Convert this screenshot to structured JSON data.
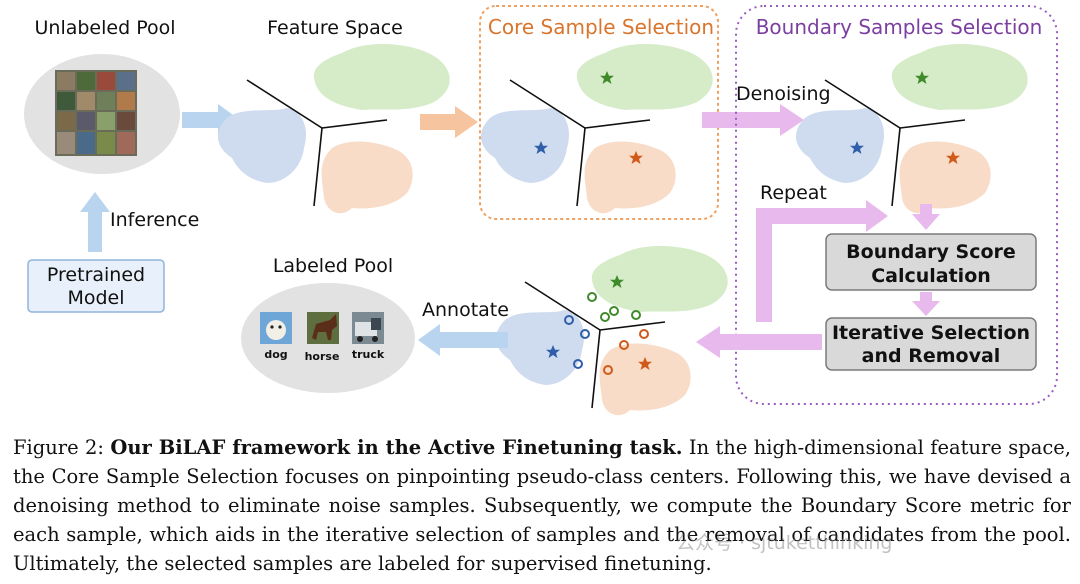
{
  "labels": {
    "unlabeled_pool": "Unlabeled Pool",
    "feature_space": "Feature Space",
    "core_sample_selection": "Core Sample Selection",
    "boundary_samples_selection": "Boundary Samples Selection",
    "denoising": "Denoising",
    "inference": "Inference",
    "repeat": "Repeat",
    "pretrained_model_line1": "Pretrained",
    "pretrained_model_line2": "Model",
    "labeled_pool": "Labeled Pool",
    "annotate": "Annotate",
    "boundary_score_line1": "Boundary Score",
    "boundary_score_line2": "Calculation",
    "iterative_line1": "Iterative Selection",
    "iterative_line2": "and Removal",
    "img_dog": "dog",
    "img_horse": "horse",
    "img_truck": "truck"
  },
  "caption": {
    "prefix": "Figure 2: ",
    "bold": "Our BiLAF framework in the Active Finetuning task.",
    "text": " In the high-dimensional feature space, the Core Sample Selection focuses on pinpointing pseudo-class centers. Following this, we have devised a denoising method to eliminate noise samples. Subsequently, we compute the Boundary Score metric for each sample, which aids in the iterative selection of samples and the removal of candidates from the pool. Ultimately, the selected samples are labeled for supervised finetuning."
  },
  "watermark": "公众号 · sjtuketthinking",
  "colors": {
    "green_cluster": "#d6ecc9",
    "blue_cluster": "#cfdcf0",
    "orange_cluster": "#f8dcc8",
    "green_star": "#3f8a2a",
    "blue_star": "#2f5fa8",
    "orange_star": "#d05a1a",
    "arrow_blue": "#b9d4ee",
    "arrow_orange": "#f6c49f",
    "arrow_purple": "#e8b9ec",
    "core_border": "#f0a060",
    "boundary_border": "#9a5cc0"
  }
}
